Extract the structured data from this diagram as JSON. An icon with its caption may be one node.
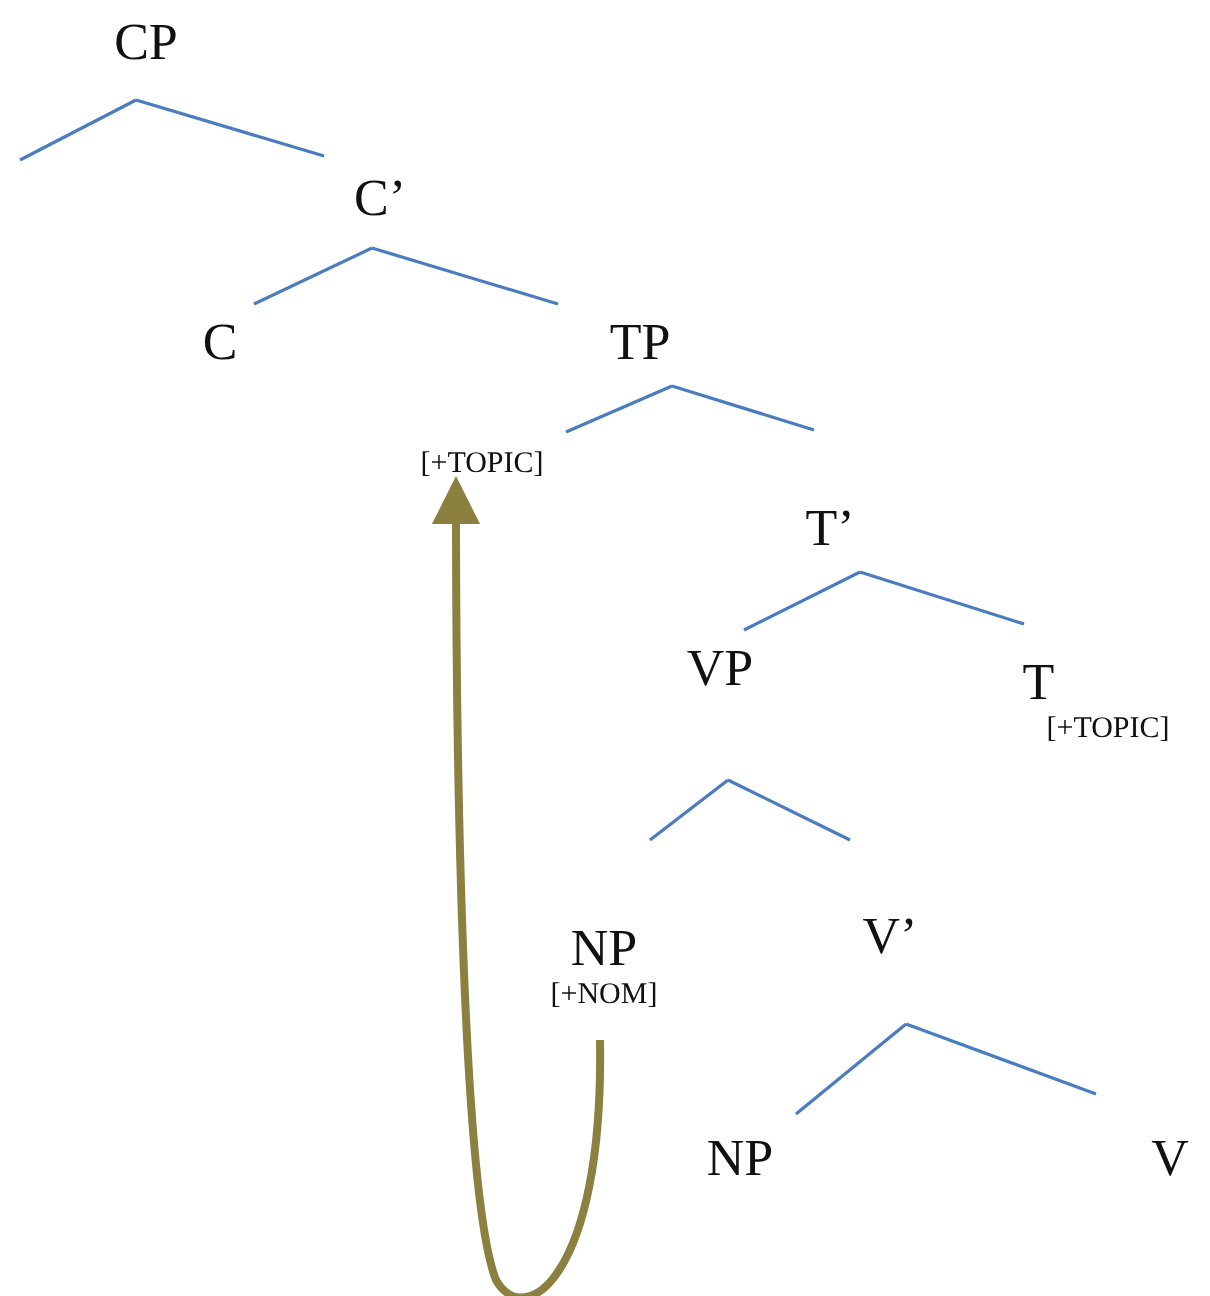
{
  "diagram": {
    "nodes": [
      {
        "text": [
          "CP"
        ]
      },
      {
        "text": [
          "C’"
        ]
      },
      {
        "text": [
          "C"
        ]
      },
      {
        "text": [
          "TP"
        ]
      },
      {
        "text": [
          "[+TOPIC]"
        ]
      },
      {
        "text": [
          "T’"
        ]
      },
      {
        "text": [
          "VP"
        ]
      },
      {
        "text": [
          "T",
          "[+TOPIC]"
        ]
      },
      {
        "text": [
          "NP",
          "[+NOM]"
        ]
      },
      {
        "text": [
          "V’"
        ]
      },
      {
        "text": [
          "NP"
        ]
      },
      {
        "text": [
          "V"
        ]
      }
    ],
    "edges": [
      {
        "from": 0,
        "to": null,
        "arrow": "none"
      },
      {
        "from": 0,
        "to": 1,
        "arrow": "none"
      },
      {
        "from": 1,
        "to": 2,
        "arrow": "none"
      },
      {
        "from": 1,
        "to": 3,
        "arrow": "none"
      },
      {
        "from": 3,
        "to": 4,
        "arrow": "none"
      },
      {
        "from": 3,
        "to": 5,
        "arrow": "none"
      },
      {
        "from": 5,
        "to": 6,
        "arrow": "none"
      },
      {
        "from": 5,
        "to": 7,
        "arrow": "none"
      },
      {
        "from": 6,
        "to": 8,
        "arrow": "none"
      },
      {
        "from": 6,
        "to": 9,
        "arrow": "none"
      },
      {
        "from": 9,
        "to": 10,
        "arrow": "none"
      },
      {
        "from": 9,
        "to": 11,
        "arrow": "none"
      },
      {
        "from": 8,
        "to": 4,
        "arrow": "to",
        "style": "thick",
        "color": "#8b8040"
      }
    ]
  }
}
